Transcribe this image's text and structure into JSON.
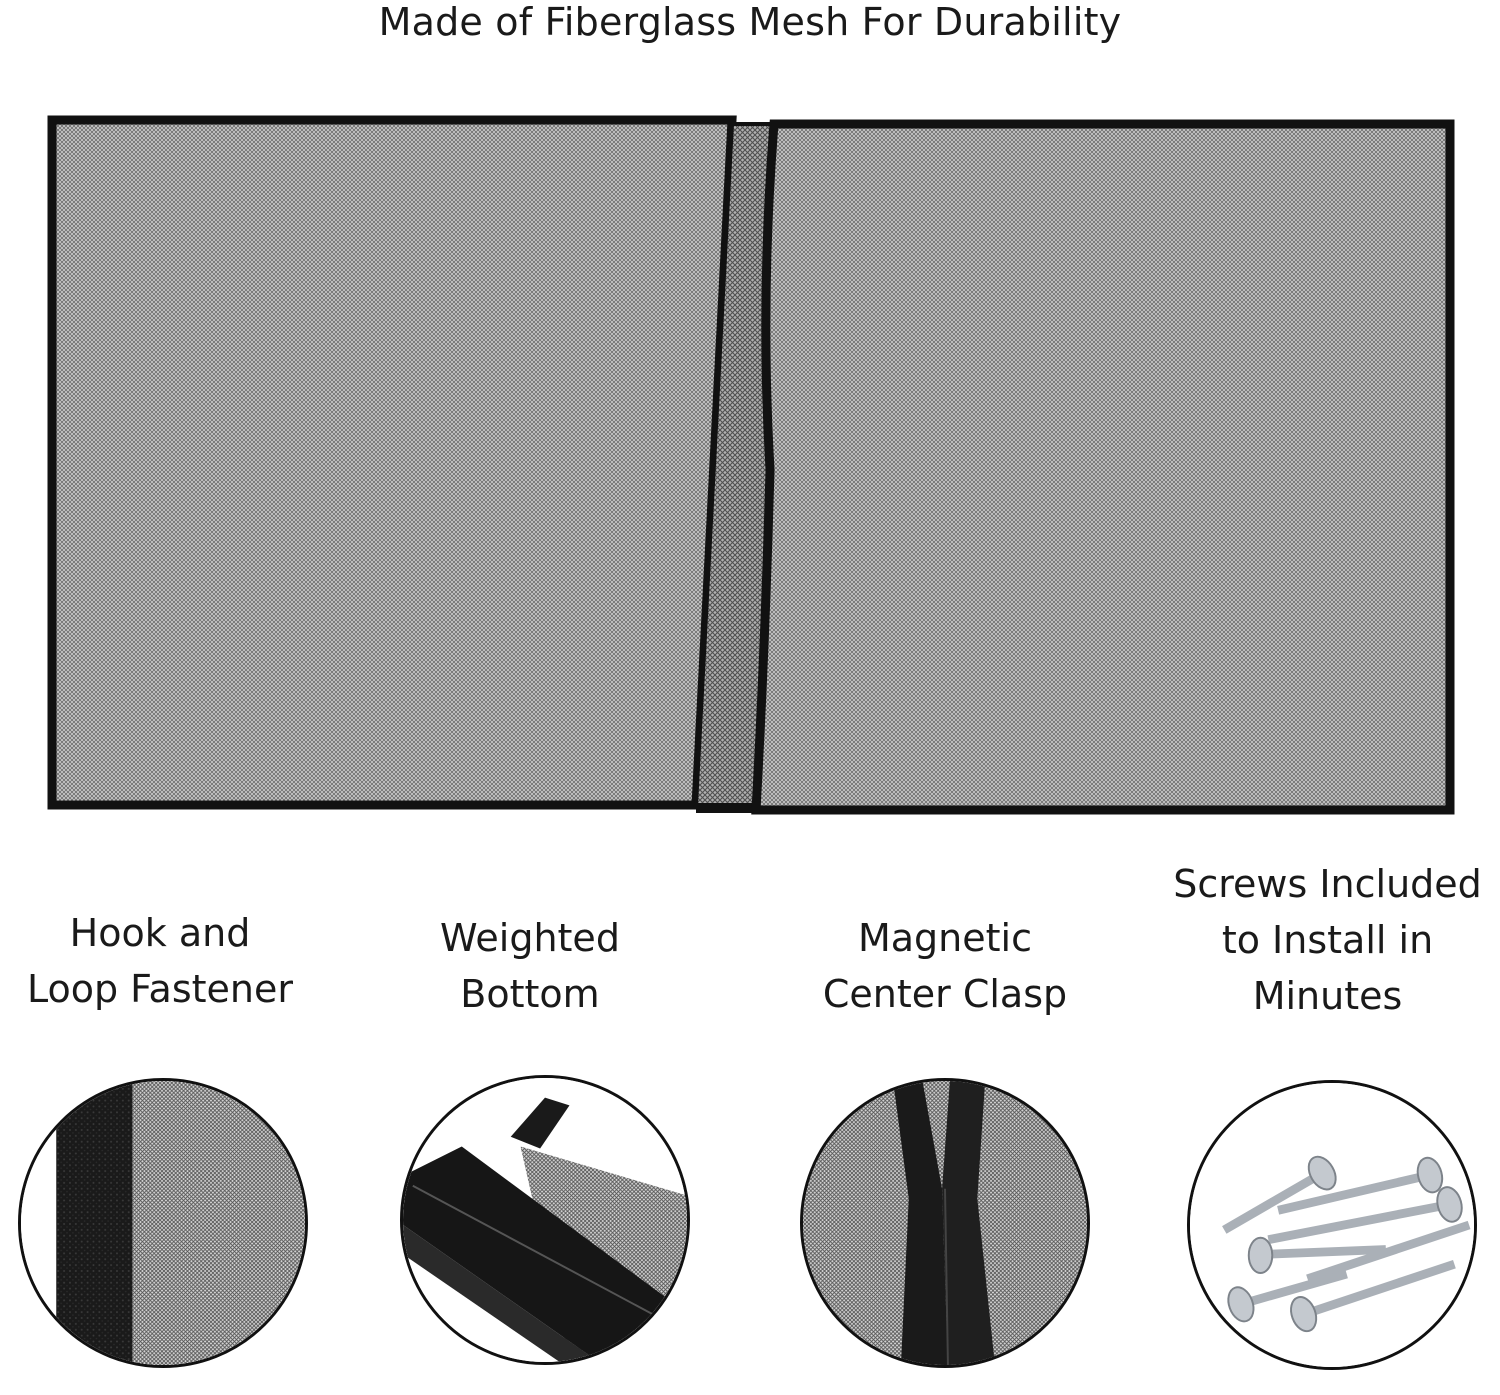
{
  "headline": "Made of Fiberglass Mesh For Durability",
  "features": [
    {
      "line1": "Hook and",
      "line2": "Loop Fastener",
      "line3": "",
      "image": "hook-and-loop-closeup"
    },
    {
      "line1": "Weighted",
      "line2": "Bottom",
      "line3": "",
      "image": "weighted-bottom-closeup"
    },
    {
      "line1": "Magnetic",
      "line2": "Center Clasp",
      "line3": "",
      "image": "magnetic-clasp-closeup"
    },
    {
      "line1": "Screws Included",
      "line2": "to Install in",
      "line3": "Minutes",
      "image": "screws-closeup"
    }
  ],
  "colors": {
    "mesh": "#b9b9b9",
    "frame": "#111111",
    "fabric": "#1c1c1c",
    "metal": "#c4c9cf"
  }
}
